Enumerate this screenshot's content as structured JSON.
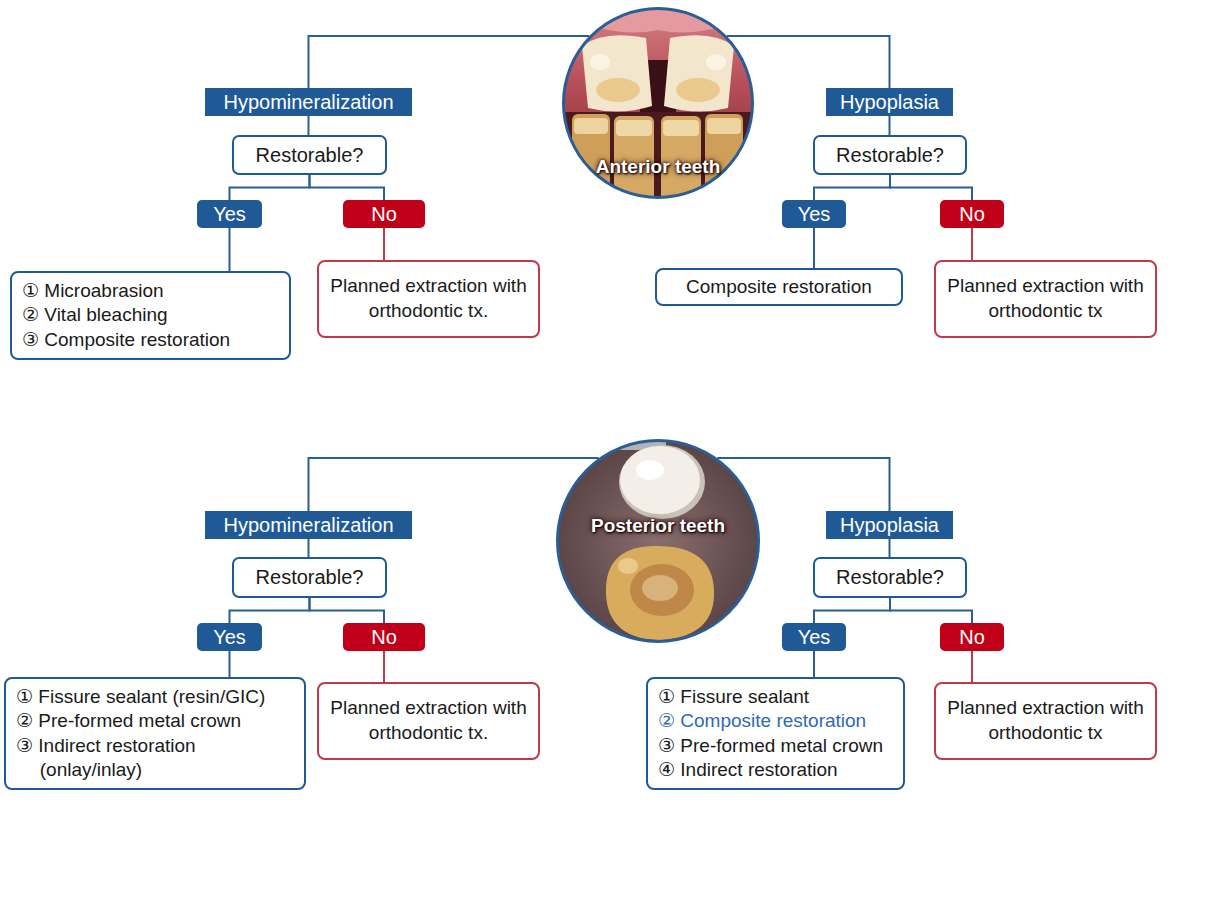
{
  "diagram": {
    "nodes": [
      {
        "text": [
          "Anterior teeth"
        ]
      },
      {
        "text": [
          "Hypomineralization"
        ]
      },
      {
        "text": [
          "Restorable?"
        ]
      },
      {
        "text": [
          "Yes"
        ]
      },
      {
        "text": [
          "No"
        ]
      },
      {
        "text": [
          "① Microabrasion",
          "② Vital bleaching",
          "③ Composite restoration"
        ]
      },
      {
        "text": [
          "Planned extraction with orthodontic tx."
        ]
      },
      {
        "text": [
          "Hypoplasia"
        ]
      },
      {
        "text": [
          "Restorable?"
        ]
      },
      {
        "text": [
          "Yes"
        ]
      },
      {
        "text": [
          "No"
        ]
      },
      {
        "text": [
          "Composite restoration"
        ]
      },
      {
        "text": [
          "Planned extraction with orthodontic tx"
        ]
      },
      {
        "text": [
          "Posterior teeth"
        ]
      },
      {
        "text": [
          "Hypomineralization"
        ]
      },
      {
        "text": [
          "Restorable?"
        ]
      },
      {
        "text": [
          "Yes"
        ]
      },
      {
        "text": [
          "No"
        ]
      },
      {
        "text": [
          "① Fissure sealant (resin/GIC)",
          "② Pre-formed metal crown",
          "③ Indirect restoration (onlay/inlay)"
        ]
      },
      {
        "text": [
          "Planned extraction with orthodontic tx."
        ]
      },
      {
        "text": [
          "Hypoplasia"
        ]
      },
      {
        "text": [
          "Restorable?"
        ]
      },
      {
        "text": [
          "Yes"
        ]
      },
      {
        "text": [
          "No"
        ]
      },
      {
        "text": [
          "① Fissure sealant",
          "② Composite restoration",
          "③ Pre-formed metal crown",
          "④ Indirect restoration"
        ]
      },
      {
        "text": [
          "Planned extraction with orthodontic tx"
        ]
      }
    ],
    "edges": [
      {
        "from": 0,
        "to": 1,
        "arrow": "none"
      },
      {
        "from": 0,
        "to": 7,
        "arrow": "none"
      },
      {
        "from": 1,
        "to": 2,
        "arrow": "none"
      },
      {
        "from": 2,
        "to": 3,
        "arrow": "none"
      },
      {
        "from": 2,
        "to": 4,
        "arrow": "none"
      },
      {
        "from": 3,
        "to": 5,
        "arrow": "none"
      },
      {
        "from": 4,
        "to": 6,
        "arrow": "none"
      },
      {
        "from": 7,
        "to": 8,
        "arrow": "none"
      },
      {
        "from": 8,
        "to": 9,
        "arrow": "none"
      },
      {
        "from": 8,
        "to": 10,
        "arrow": "none"
      },
      {
        "from": 9,
        "to": 11,
        "arrow": "none"
      },
      {
        "from": 10,
        "to": 12,
        "arrow": "none"
      },
      {
        "from": 13,
        "to": 14,
        "arrow": "none"
      },
      {
        "from": 13,
        "to": 20,
        "arrow": "none"
      },
      {
        "from": 14,
        "to": 15,
        "arrow": "none"
      },
      {
        "from": 15,
        "to": 16,
        "arrow": "none"
      },
      {
        "from": 15,
        "to": 17,
        "arrow": "none"
      },
      {
        "from": 16,
        "to": 18,
        "arrow": "none"
      },
      {
        "from": 17,
        "to": 19,
        "arrow": "none"
      },
      {
        "from": 20,
        "to": 21,
        "arrow": "none"
      },
      {
        "from": 21,
        "to": 22,
        "arrow": "none"
      },
      {
        "from": 21,
        "to": 23,
        "arrow": "none"
      },
      {
        "from": 22,
        "to": 24,
        "arrow": "none"
      },
      {
        "from": 23,
        "to": 25,
        "arrow": "none"
      }
    ]
  }
}
